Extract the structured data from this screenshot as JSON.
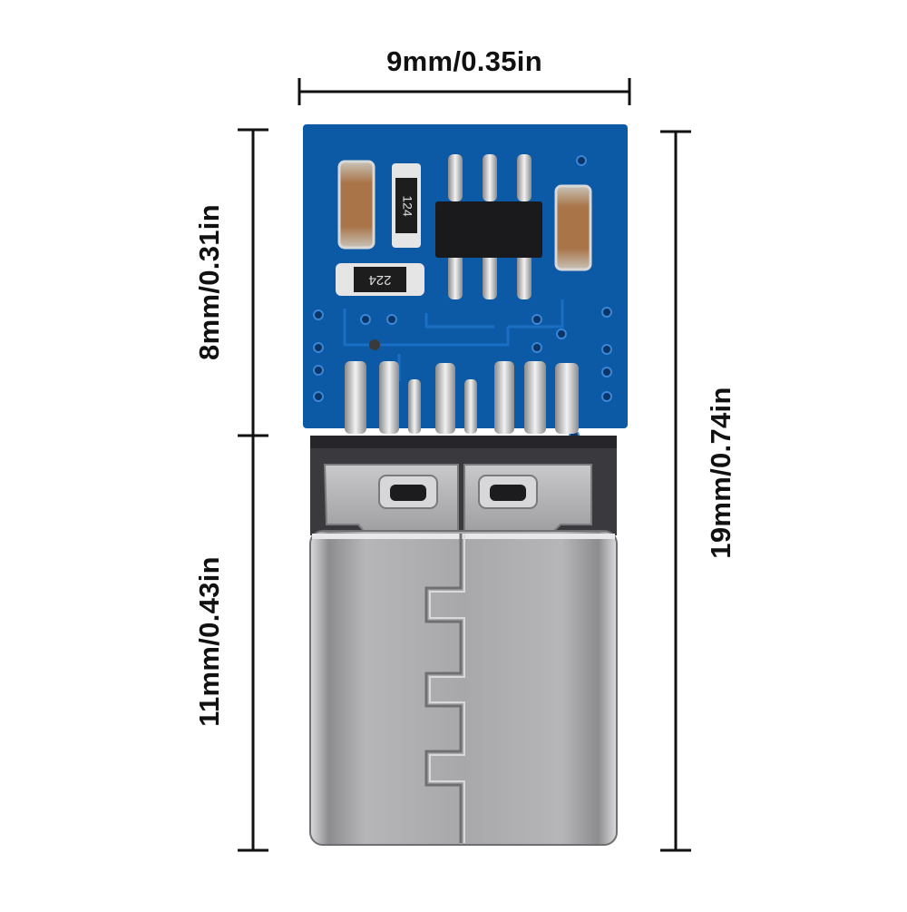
{
  "dimensions": {
    "width": "9mm/0.35in",
    "top_height": "8mm/0.31in",
    "bottom_height": "11mm/0.43in",
    "total_height": "19mm/0.74in"
  },
  "components": {
    "resistor_1": "124",
    "resistor_2": "224"
  },
  "colors": {
    "pcb": "#0c5aa6",
    "pcb_dark": "#0a3f7a",
    "metal": "#b9b9bb",
    "metal_dark": "#6f6f72",
    "housing": "#3a3a3e",
    "chip": "#1a1a1c",
    "capacitor": "#b07a4a",
    "dimension_line": "#111111"
  },
  "icons": [
    "usb-c-connector-icon",
    "ic-chip-icon"
  ]
}
